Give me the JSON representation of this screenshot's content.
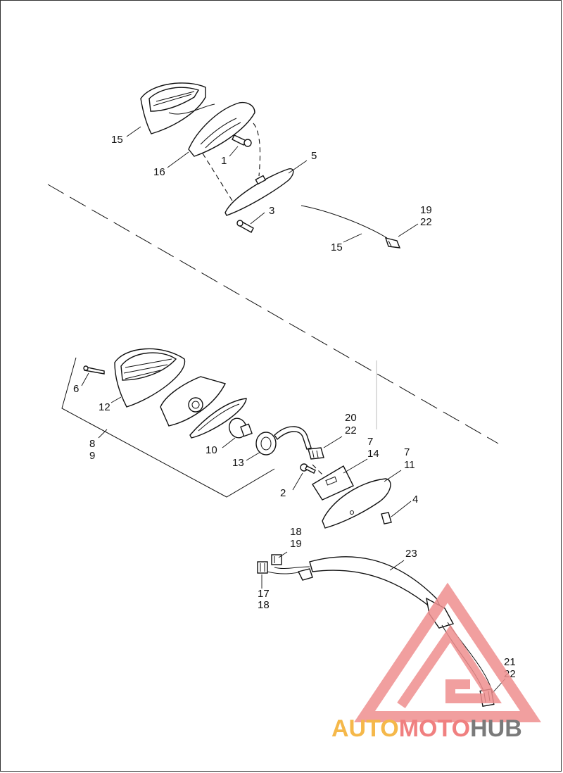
{
  "callouts": [
    {
      "id": "c15a",
      "text": "15"
    },
    {
      "id": "c16",
      "text": "16"
    },
    {
      "id": "c1",
      "text": "1"
    },
    {
      "id": "c5",
      "text": "5"
    },
    {
      "id": "c3",
      "text": "3"
    },
    {
      "id": "c19a",
      "text": "19"
    },
    {
      "id": "c22a",
      "text": "22"
    },
    {
      "id": "c15b",
      "text": "15"
    },
    {
      "id": "c6",
      "text": "6"
    },
    {
      "id": "c12",
      "text": "12"
    },
    {
      "id": "c8",
      "text": "8"
    },
    {
      "id": "c9",
      "text": "9"
    },
    {
      "id": "c10",
      "text": "10"
    },
    {
      "id": "c13",
      "text": "13"
    },
    {
      "id": "c20",
      "text": "20"
    },
    {
      "id": "c22b",
      "text": "22"
    },
    {
      "id": "c7a",
      "text": "7"
    },
    {
      "id": "c14",
      "text": "14"
    },
    {
      "id": "c7b",
      "text": "7"
    },
    {
      "id": "c11",
      "text": "11"
    },
    {
      "id": "c2",
      "text": "2"
    },
    {
      "id": "c4",
      "text": "4"
    },
    {
      "id": "c18a",
      "text": "18"
    },
    {
      "id": "c19b",
      "text": "19"
    },
    {
      "id": "c23",
      "text": "23"
    },
    {
      "id": "c17",
      "text": "17"
    },
    {
      "id": "c18b",
      "text": "18"
    },
    {
      "id": "c21",
      "text": "21"
    },
    {
      "id": "c22c",
      "text": "22"
    }
  ],
  "watermark": {
    "part1": "AUTO",
    "part2": "MOTO",
    "part3": "HUB",
    "color_auto": "#f5b84a",
    "color_moto": "#f08080",
    "color_hub": "#7a7a7a",
    "logo_color": "#ef8f8f"
  }
}
